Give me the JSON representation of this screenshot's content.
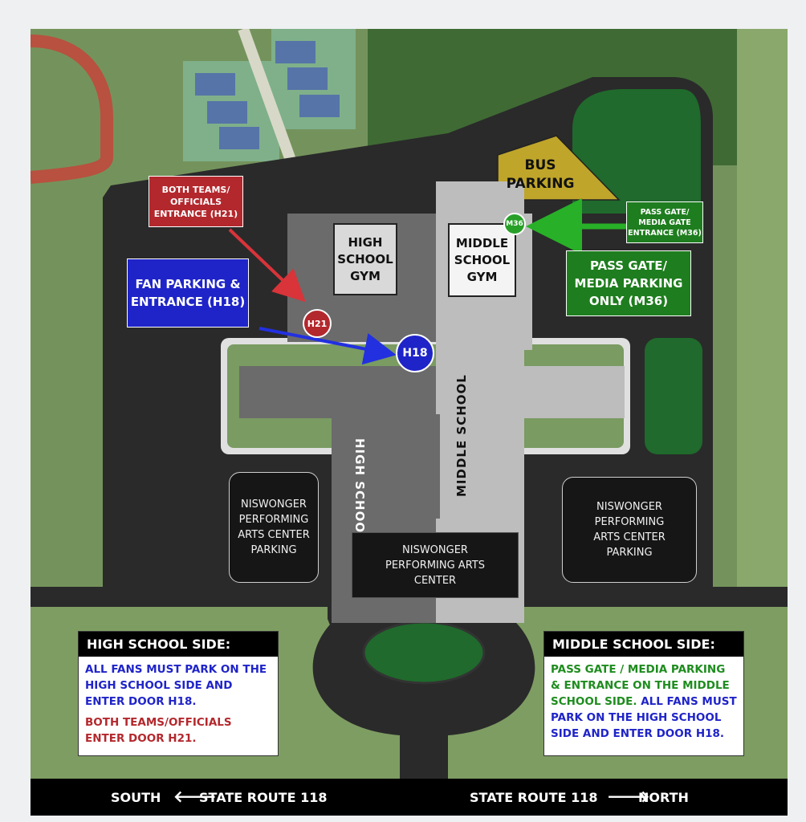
{
  "map": {
    "buildings": {
      "hs_gym": "HIGH\nSCHOOL\nGYM",
      "ms_gym": "MIDDLE\nSCHOOL\nGYM",
      "bus_parking": "BUS\nPARKING",
      "high_school": "HIGH SCHOOL",
      "middle_school": "MIDDLE SCHOOL",
      "npac_center": "NISWONGER\nPERFORMING ARTS\nCENTER",
      "npac_parking_left": "NISWONGER\nPERFORMING\nARTS CENTER\nPARKING",
      "npac_parking_right": "NISWONGER\nPERFORMING\nARTS CENTER\nPARKING"
    },
    "callouts": {
      "teams_entrance": "BOTH TEAMS/\nOFFICIALS\nENTRANCE (H21)",
      "fan_parking": "FAN PARKING &\nENTRANCE (H18)",
      "pass_gate_entrance": "PASS GATE/\nMEDIA GATE\nENTRANCE (M36)",
      "pass_gate_parking": "PASS GATE/\nMEDIA PARKING\nONLY (M36)"
    },
    "markers": {
      "h21": "H21",
      "h18": "H18",
      "m36": "M36"
    },
    "colors": {
      "teams_red": "#b3282d",
      "fan_blue": "#1f24c8",
      "pass_green": "#1e7d1e",
      "bus_yellow": "#bfa52a"
    }
  },
  "legend_hs": {
    "title": "HIGH SCHOOL SIDE:",
    "fans": "ALL FANS MUST PARK ON THE HIGH SCHOOL SIDE AND ENTER DOOR H18.",
    "teams": "BOTH TEAMS/OFFICIALS ENTER DOOR H21."
  },
  "legend_ms": {
    "title": "MIDDLE SCHOOL SIDE:",
    "pass": "PASS GATE / MEDIA PARKING & ENTRANCE ON THE MIDDLE SCHOOL SIDE.",
    "fans": "ALL FANS MUST PARK ON THE HIGH SCHOOL SIDE AND ENTER DOOR H18."
  },
  "footer": {
    "south": "SOUTH",
    "route_left": "STATE ROUTE 118",
    "route_right": "STATE ROUTE 118",
    "north": "NORTH",
    "arrow_left": "🡐",
    "arrow_right": "🡒"
  }
}
